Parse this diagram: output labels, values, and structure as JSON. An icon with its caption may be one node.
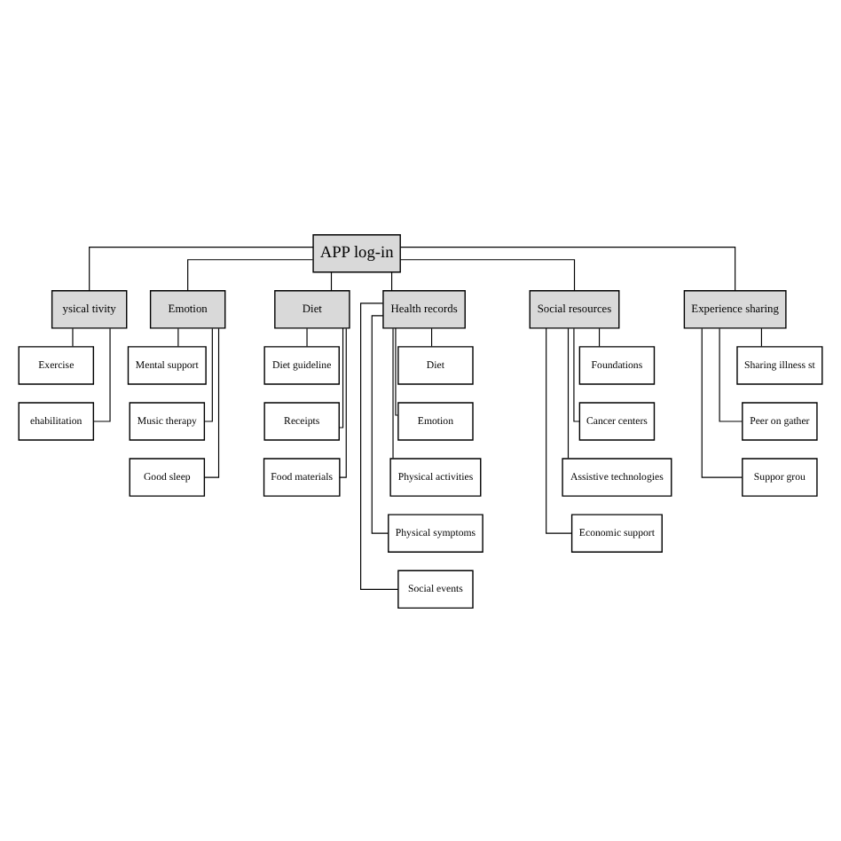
{
  "diagram": {
    "nodes": [
      {
        "text": [
          "APP log-in"
        ]
      },
      {
        "text": [
          "ysical tivity"
        ]
      },
      {
        "text": [
          "Emotion"
        ]
      },
      {
        "text": [
          "Diet"
        ]
      },
      {
        "text": [
          "Health records"
        ]
      },
      {
        "text": [
          "Social resources"
        ]
      },
      {
        "text": [
          "Experience sharing"
        ]
      },
      {
        "text": [
          "Exercise"
        ]
      },
      {
        "text": [
          "ehabilitation"
        ]
      },
      {
        "text": [
          "Mental support"
        ]
      },
      {
        "text": [
          "Music therapy"
        ]
      },
      {
        "text": [
          "Good sleep"
        ]
      },
      {
        "text": [
          "Diet guideline"
        ]
      },
      {
        "text": [
          "Receipts"
        ]
      },
      {
        "text": [
          "Food materials"
        ]
      },
      {
        "text": [
          "Diet"
        ]
      },
      {
        "text": [
          "Emotion"
        ]
      },
      {
        "text": [
          "Physical activities"
        ]
      },
      {
        "text": [
          "Physical symptoms"
        ]
      },
      {
        "text": [
          "Social events"
        ]
      },
      {
        "text": [
          "Foundations"
        ]
      },
      {
        "text": [
          "Cancer centers"
        ]
      },
      {
        "text": [
          "Assistive technologies"
        ]
      },
      {
        "text": [
          "Economic support"
        ]
      },
      {
        "text": [
          "Sharing illness st"
        ]
      },
      {
        "text": [
          "Peer on gather"
        ]
      },
      {
        "text": [
          "Suppor grou"
        ]
      }
    ],
    "edges": [
      {
        "from": 0,
        "to": 1,
        "arrow": "none"
      },
      {
        "from": 0,
        "to": 2,
        "arrow": "none"
      },
      {
        "from": 0,
        "to": 3,
        "arrow": "none"
      },
      {
        "from": 0,
        "to": 4,
        "arrow": "none"
      },
      {
        "from": 0,
        "to": 5,
        "arrow": "none"
      },
      {
        "from": 0,
        "to": 6,
        "arrow": "none"
      },
      {
        "from": 1,
        "to": 7,
        "arrow": "none"
      },
      {
        "from": 1,
        "to": 8,
        "arrow": "none"
      },
      {
        "from": 2,
        "to": 9,
        "arrow": "none"
      },
      {
        "from": 2,
        "to": 10,
        "arrow": "none"
      },
      {
        "from": 2,
        "to": 11,
        "arrow": "none"
      },
      {
        "from": 3,
        "to": 12,
        "arrow": "none"
      },
      {
        "from": 3,
        "to": 13,
        "arrow": "none"
      },
      {
        "from": 3,
        "to": 14,
        "arrow": "none"
      },
      {
        "from": 4,
        "to": 15,
        "arrow": "none"
      },
      {
        "from": 4,
        "to": 16,
        "arrow": "none"
      },
      {
        "from": 4,
        "to": 17,
        "arrow": "none"
      },
      {
        "from": 4,
        "to": 18,
        "arrow": "none"
      },
      {
        "from": 4,
        "to": 19,
        "arrow": "none"
      },
      {
        "from": 5,
        "to": 20,
        "arrow": "none"
      },
      {
        "from": 5,
        "to": 21,
        "arrow": "none"
      },
      {
        "from": 5,
        "to": 22,
        "arrow": "none"
      },
      {
        "from": 5,
        "to": 23,
        "arrow": "none"
      },
      {
        "from": 6,
        "to": 24,
        "arrow": "none"
      },
      {
        "from": 6,
        "to": 25,
        "arrow": "none"
      },
      {
        "from": 6,
        "to": 26,
        "arrow": "none"
      }
    ]
  }
}
